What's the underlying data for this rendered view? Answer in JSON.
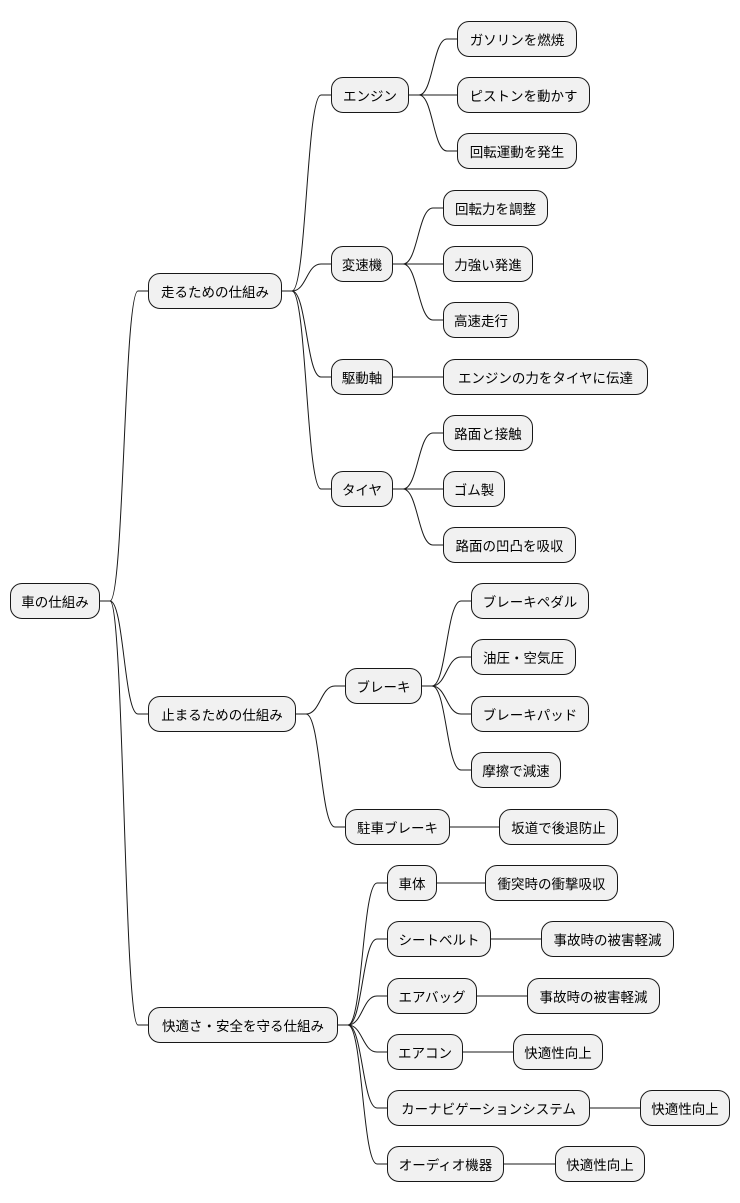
{
  "root": {
    "label": "車の仕組み"
  },
  "nodes": {
    "run": "走るための仕組み",
    "engine": "エンジン",
    "e1": "ガソリンを燃焼",
    "e2": "ピストンを動かす",
    "e3": "回転運動を発生",
    "trans": "変速機",
    "t1": "回転力を調整",
    "t2": "力強い発進",
    "t3": "高速走行",
    "shaft": "駆動軸",
    "s1": "エンジンの力をタイヤに伝達",
    "tire": "タイヤ",
    "ti1": "路面と接触",
    "ti2": "ゴム製",
    "ti3": "路面の凹凸を吸収",
    "stop": "止まるための仕組み",
    "brake": "ブレーキ",
    "b1": "ブレーキペダル",
    "b2": "油圧・空気圧",
    "b3": "ブレーキパッド",
    "b4": "摩擦で減速",
    "pbrake": "駐車ブレーキ",
    "p1": "坂道で後退防止",
    "safe": "快適さ・安全を守る仕組み",
    "body": "車体",
    "bo1": "衝突時の衝撃吸収",
    "belt": "シートベルト",
    "be1": "事故時の被害軽減",
    "airbag": "エアバッグ",
    "a1": "事故時の被害軽減",
    "aircon": "エアコン",
    "ac1": "快適性向上",
    "navi": "カーナビゲーションシステム",
    "n1": "快適性向上",
    "audio": "オーディオ機器",
    "au1": "快適性向上"
  },
  "colors": {
    "node_fill": "#f1f1f1",
    "border": "#181818",
    "edge": "#181818"
  }
}
